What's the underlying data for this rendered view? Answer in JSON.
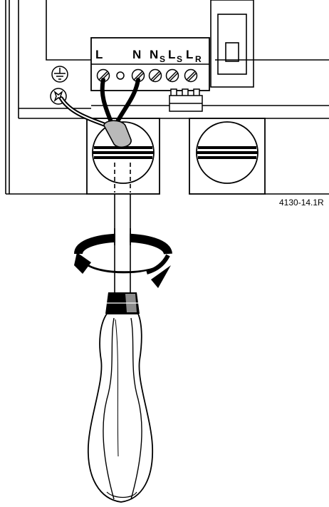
{
  "terminal_labels": {
    "l": "L",
    "n": "N",
    "ns_main": "N",
    "ns_sub": "S",
    "ls_main": "L",
    "ls_sub": "S",
    "lr_main": "L",
    "lr_sub": "R"
  },
  "figure_number": "4130-14.1R",
  "colors": {
    "line": "#000000",
    "wire_grey": "#b9b9b9",
    "screwdriver_grey": "#8c8c8c",
    "background": "#ffffff"
  },
  "icons": [
    "earth-ground-symbol-icon",
    "ground-screw-icon",
    "terminal-screw-icon",
    "rotation-arrow-icon",
    "screwdriver-icon"
  ]
}
